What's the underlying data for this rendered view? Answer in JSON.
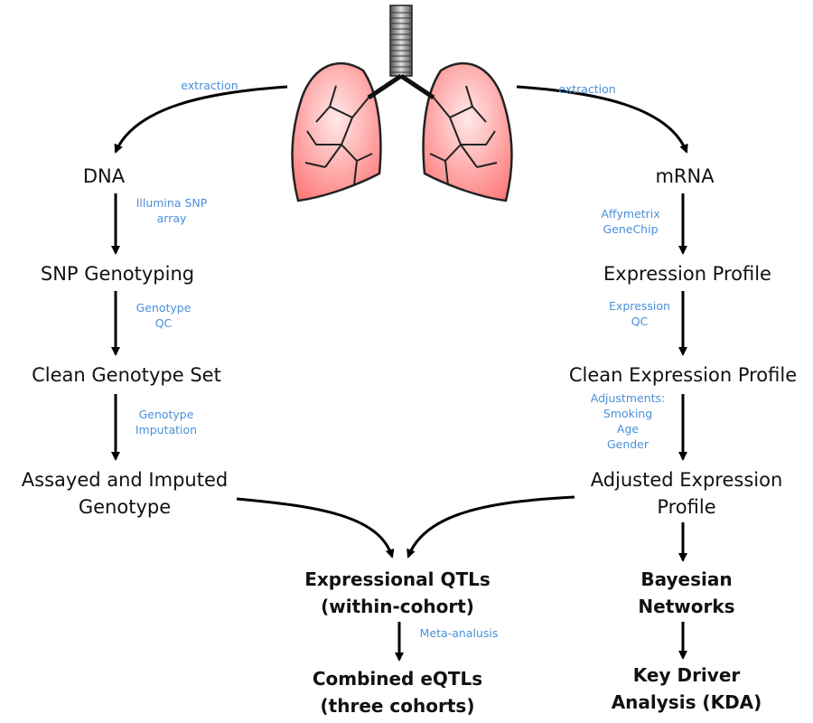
{
  "colors": {
    "lung_fill": "#ff8a8a",
    "lung_highlight": "#ffe9e9",
    "annotation": "#4a90d9",
    "text": "#111111"
  },
  "nodes": {
    "dna": "DNA",
    "mrna": "mRNA",
    "snp_genotyping": "SNP Genotyping",
    "expression_profile": "Expression Profile",
    "clean_genotype_set": "Clean Genotype Set",
    "clean_expression_profile": "Clean Expression Profile",
    "assayed_genotype": [
      "Assayed and Imputed",
      "Genotype"
    ],
    "adjusted_expression": [
      "Adjusted Expression",
      "Profile"
    ],
    "eqtls": [
      "Expressional QTLs",
      "(within-cohort)"
    ],
    "combined_eqtls": [
      "Combined eQTLs",
      "(three cohorts)"
    ],
    "bayesian": [
      "Bayesian",
      "Networks"
    ],
    "kda": [
      "Key Driver",
      "Analysis (KDA)"
    ]
  },
  "labels": {
    "extraction_left": "extraction",
    "extraction_right": "extraction",
    "illumina": [
      "Illumina SNP",
      "array"
    ],
    "affymetrix": [
      "Affymetrix",
      "GeneChip"
    ],
    "genotype_qc": [
      "Genotype",
      "QC"
    ],
    "expression_qc": [
      "Expression",
      "QC"
    ],
    "genotype_imputation": [
      "Genotype",
      "Imputation"
    ],
    "adjustments": [
      "Adjustments:",
      "Smoking",
      "Age",
      "Gender"
    ],
    "meta_analysis": "Meta-analusis"
  }
}
